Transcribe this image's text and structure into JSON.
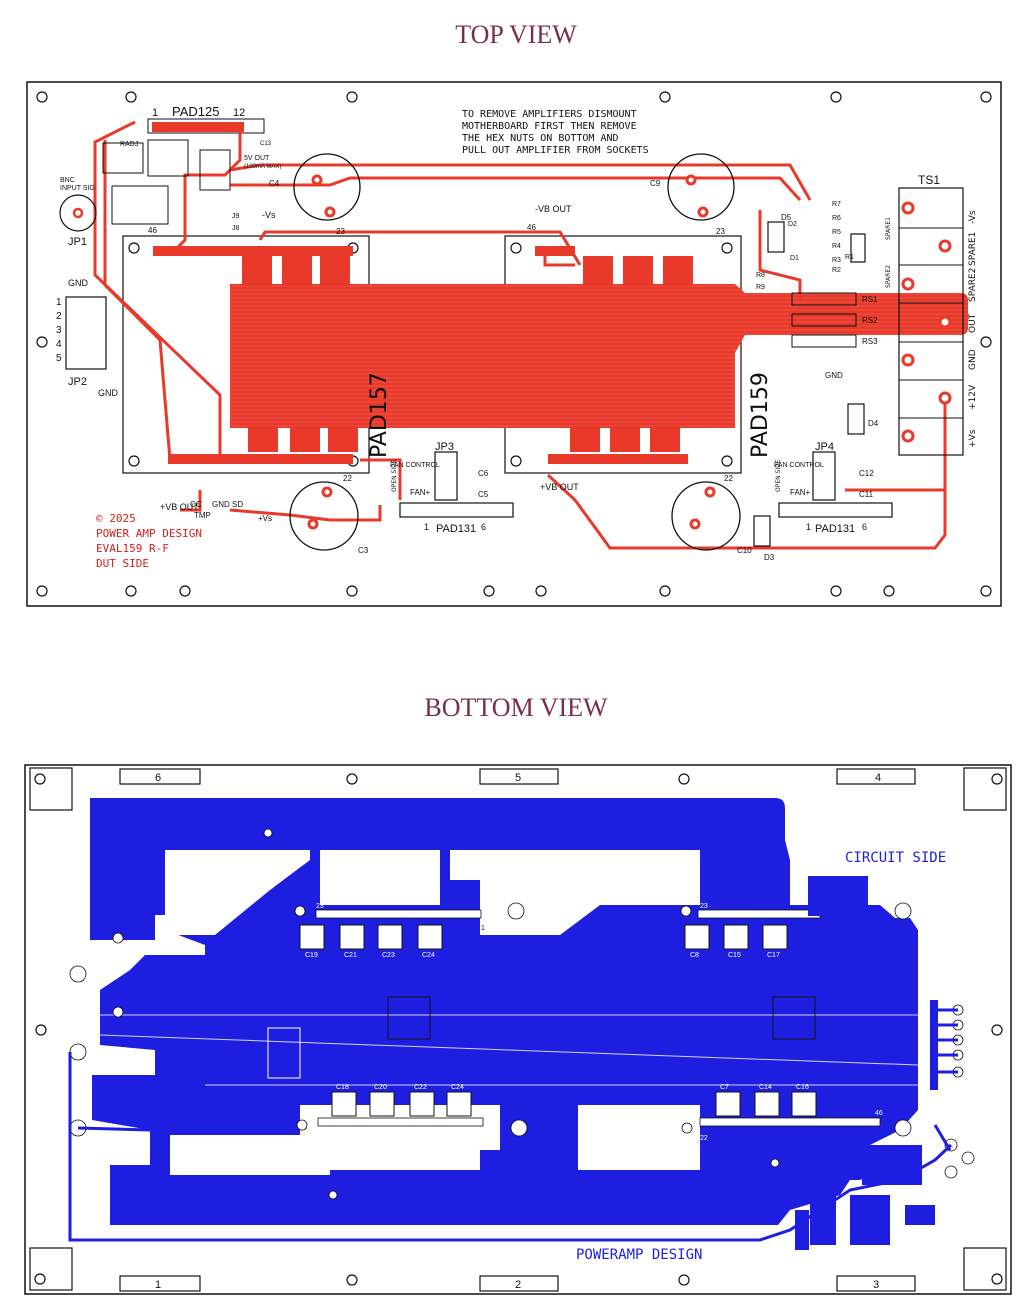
{
  "titles": {
    "top": "TOP VIEW",
    "bottom": "BOTTOM VIEW"
  },
  "colors": {
    "title": "#7b2d4e",
    "copper_top": "#e8392b",
    "copper_bottom": "#1e1ee0",
    "outline": "#111111",
    "silk_red": "#d42020"
  },
  "top": {
    "note": [
      "TO REMOVE AMPLIFIERS DISMOUNT",
      "MOTHERBOARD FIRST THEN REMOVE",
      "THE HEX NUTS ON BOTTOM AND",
      "PULL OUT AMPLIFIER FROM SOCKETS"
    ],
    "copyright": [
      "© 2025",
      "POWER AMP DESIGN",
      "EVAL159 R-F",
      "DUT SIDE"
    ],
    "labels": {
      "pad125": "PAD125",
      "pad125_1": "1",
      "pad125_12": "12",
      "pad157": "PAD157",
      "pad159": "PAD159",
      "pad131_left": "PAD131",
      "pad131_right": "PAD131",
      "pin1": "1",
      "pin6": "6",
      "pin46": "46",
      "pin23": "23",
      "pin22": "22",
      "ts1": "TS1",
      "jp1": "JP1",
      "jp2": "JP2",
      "jp3": "JP3",
      "jp4": "JP4",
      "bnc": "BNC",
      "input_sig": "INPUT SIG",
      "radj": "RADJ",
      "c3": "C3",
      "c4": "C4",
      "c5": "C5",
      "c6": "C6",
      "c9": "C9",
      "c10": "C10",
      "c11": "C11",
      "c12": "C12",
      "c13": "C13",
      "d1": "D1",
      "d2": "D2",
      "d3": "D3",
      "d4": "D4",
      "d5": "D5",
      "r1": "R1",
      "r2": "R2",
      "r3": "R3",
      "r4": "R4",
      "r5": "R5",
      "r6": "R6",
      "r7": "R7",
      "r8": "R8",
      "r9": "R9",
      "rs1": "RS1",
      "rs2": "RS2",
      "rs3": "RS3",
      "j8": "J8",
      "j9": "J9",
      "gnd": "GND",
      "minus_vs": "-Vs",
      "plus_vs": "+Vs",
      "plus12v": "+12V",
      "out": "OUT",
      "spare1": "SPARE1",
      "spare2": "SPARE2",
      "minus_vb_out": "-VB OUT",
      "plus_vb_out": "+VB OUT",
      "fan_control": "FAN CONTROL",
      "fan_plus": "FAN+",
      "open_side": "OPEN SIDE",
      "cc": "CC",
      "tmp": "TMP",
      "gnd_sd": "GND SD",
      "five_v_out": "5V OUT",
      "five_v_ma": "(100mA MAX)",
      "jp2_pins": [
        "1",
        "2",
        "3",
        "4",
        "5"
      ]
    }
  },
  "bottom": {
    "circuit_side": "CIRCUIT SIDE",
    "brand": "POWERAMP DESIGN",
    "mount_labels": [
      "6",
      "5",
      "4",
      "1",
      "2",
      "3"
    ],
    "caps_upper": [
      "C19",
      "C21",
      "C23",
      "C24",
      "C8",
      "C15",
      "C17"
    ],
    "caps_lower": [
      "C18",
      "C20",
      "C22",
      "C24",
      "C7",
      "C14",
      "C16"
    ],
    "pin_labels": {
      "one": "1",
      "fortysix": "46",
      "twentythree": "23",
      "twentytwo": "22"
    }
  }
}
